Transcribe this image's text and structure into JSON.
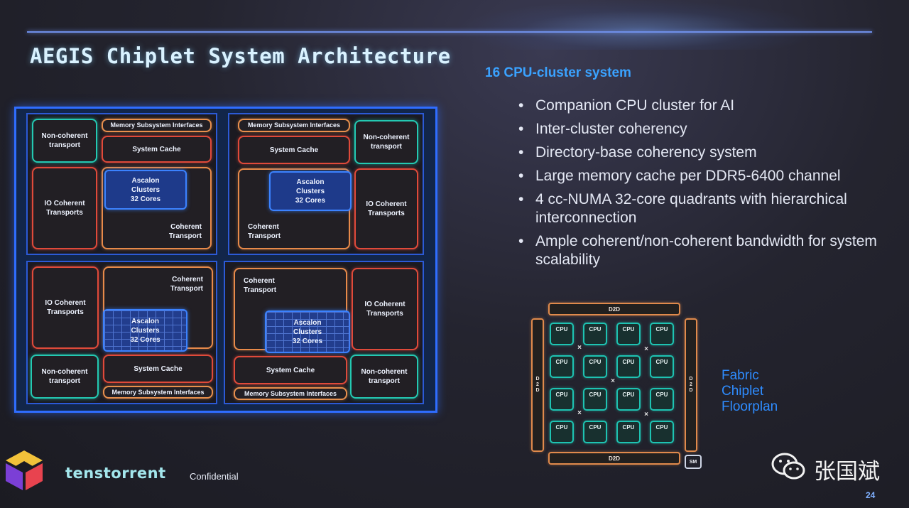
{
  "slide": {
    "title": "AEGIS Chiplet System Architecture",
    "subheading": "16 CPU-cluster system",
    "bullets": [
      "Companion CPU cluster for AI",
      "Inter-cluster coherency",
      "Directory-base coherency system",
      "Large memory cache per DDR5-6400 channel",
      "4 cc-NUMA 32-core quadrants with hierarchical interconnection",
      "Ample coherent/non-coherent bandwidth for system scalability"
    ],
    "page_number": "24"
  },
  "diagram": {
    "non_coherent": "Non-coherent\ntransport",
    "memory_interfaces": "Memory Subsystem Interfaces",
    "system_cache": "System Cache",
    "io_coherent": "IO Coherent\nTransports",
    "ascalon": "Ascalon\nClusters\n32 Cores",
    "coherent_transport": "Coherent\nTransport"
  },
  "floorplan": {
    "label": "Fabric\nChiplet\nFloorplan",
    "d2d_h": "D2D",
    "d2d_v": "D\n2\nD",
    "cpu": "CPU",
    "cross": "×",
    "sm": "SM"
  },
  "footer": {
    "brand": "tenstorrent",
    "confidential": "Confidential",
    "author": "张国斌"
  },
  "colors": {
    "accent_blue": "#2f6dff",
    "cpu_teal": "#1ec3b2",
    "orange": "#e88a4a",
    "red": "#e04a3a",
    "title_cyan": "#d9f2ff",
    "subhead_blue": "#3aa2ff"
  }
}
